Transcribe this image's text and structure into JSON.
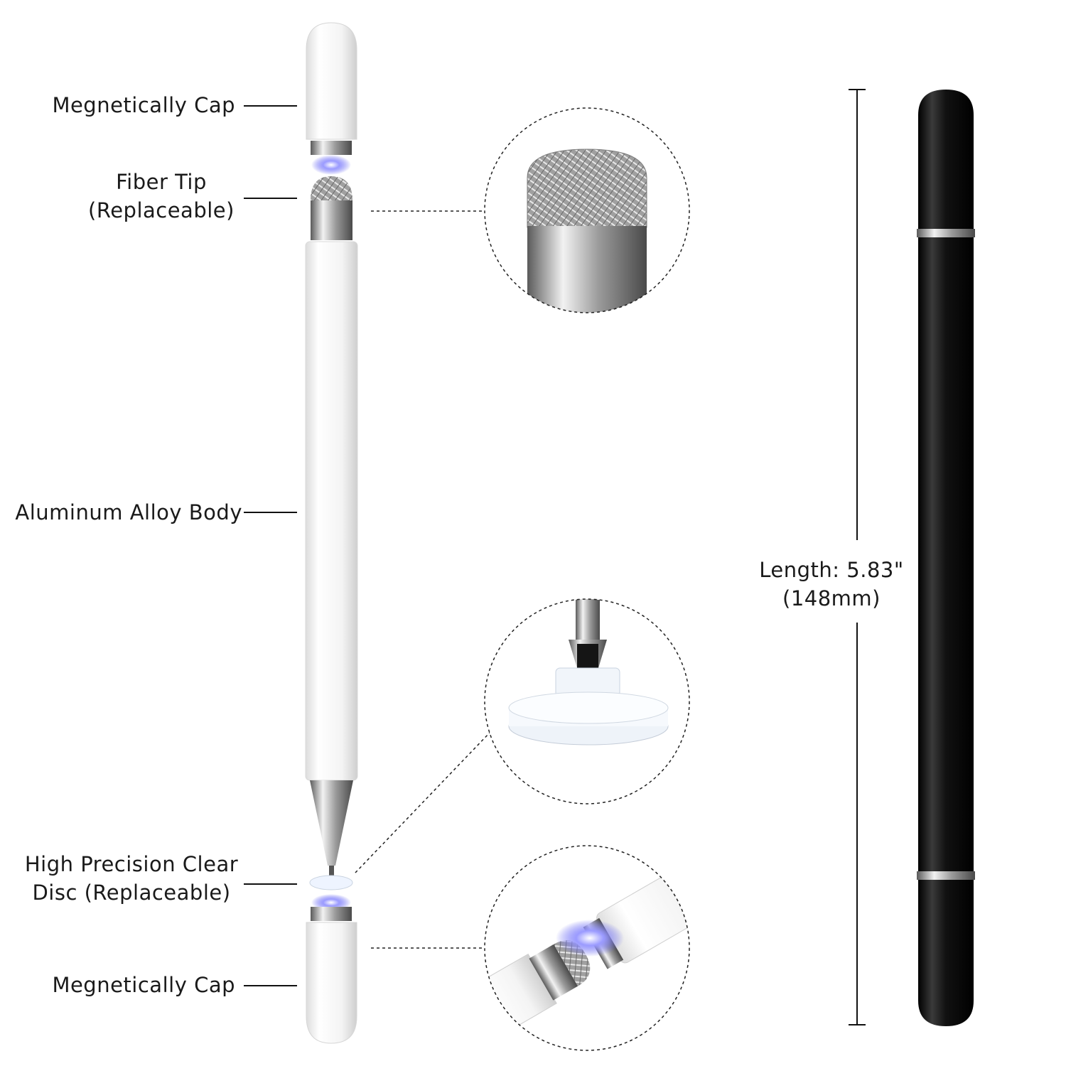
{
  "labels": {
    "top_cap": "Megnetically Cap",
    "fiber_tip_line1": "Fiber Tip",
    "fiber_tip_line2": "(Replaceable)",
    "body": "Aluminum Alloy Body",
    "disc_line1": "High Precision Clear",
    "disc_line2": "Disc (Replaceable)",
    "bottom_cap": "Megnetically Cap"
  },
  "dimension": {
    "line1": "Length: 5.83\"",
    "line2": "(148mm)"
  },
  "colors": {
    "white_pen": "#f4f4f4",
    "black_pen": "#0d0d0d",
    "metal": "#b8b8b8",
    "magnet_glow": "#6a6af0"
  },
  "icons": {
    "detail_fiber": "fiber-tip-closeup",
    "detail_disc": "clear-disc-closeup",
    "detail_magnet": "magnetic-cap-closeup"
  }
}
